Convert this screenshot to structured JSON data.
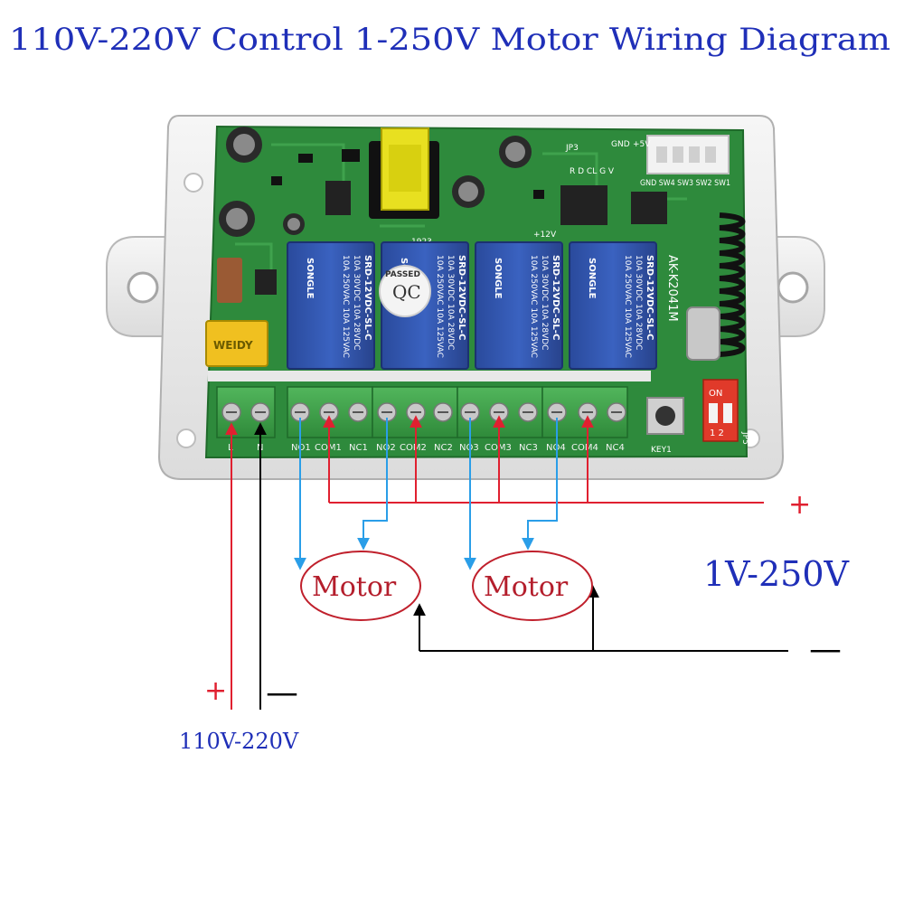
{
  "title": "110V-220V Control 1-250V Motor Wiring Diagram",
  "voltages": {
    "load_supply": "1V-250V",
    "control_supply": "110V-220V"
  },
  "polarity": {
    "plus": "+",
    "minus": "—"
  },
  "motors": [
    {
      "label": "Motor"
    },
    {
      "label": "Motor"
    }
  ],
  "board": {
    "model": "AK-K2041M",
    "relay": {
      "brand": "SONGLE",
      "line1": "10A 250VAC 10A 125VAC",
      "line2": "10A 30VDC 10A 28VDC",
      "model": "SRD-12VDC-SL-C"
    },
    "qc": {
      "big": "QC",
      "small": "PASSED"
    },
    "fuse": "WEIDY",
    "date_code": "1923",
    "dip": {
      "on": "ON",
      "nums": "1 2"
    },
    "terminals": [
      "L",
      "N",
      "NO1",
      "COM1",
      "NC1",
      "NO2",
      "COM2",
      "NC2",
      "NO3",
      "COM3",
      "NC3",
      "NO4",
      "COM4",
      "NC4"
    ],
    "silkscreen": {
      "key": "KEY1",
      "jp": "JP5",
      "gnd": "GND",
      "v5": "+5V",
      "v12": "+12V",
      "jp3": "JP3",
      "header": "R D CL G V",
      "sw": "GND SW4 SW3 SW2 SW1"
    }
  },
  "colors": {
    "title": "#1f2fb8",
    "red_wire": "#e02030",
    "blue_wire": "#2a9ee8",
    "black_wire": "#000000",
    "motor_outline": "#c0202c",
    "pcb": "#2e8a3c",
    "relay": "#2d4fa6",
    "terminal": "#3ea24a",
    "enclosure": "#eeeeee"
  }
}
